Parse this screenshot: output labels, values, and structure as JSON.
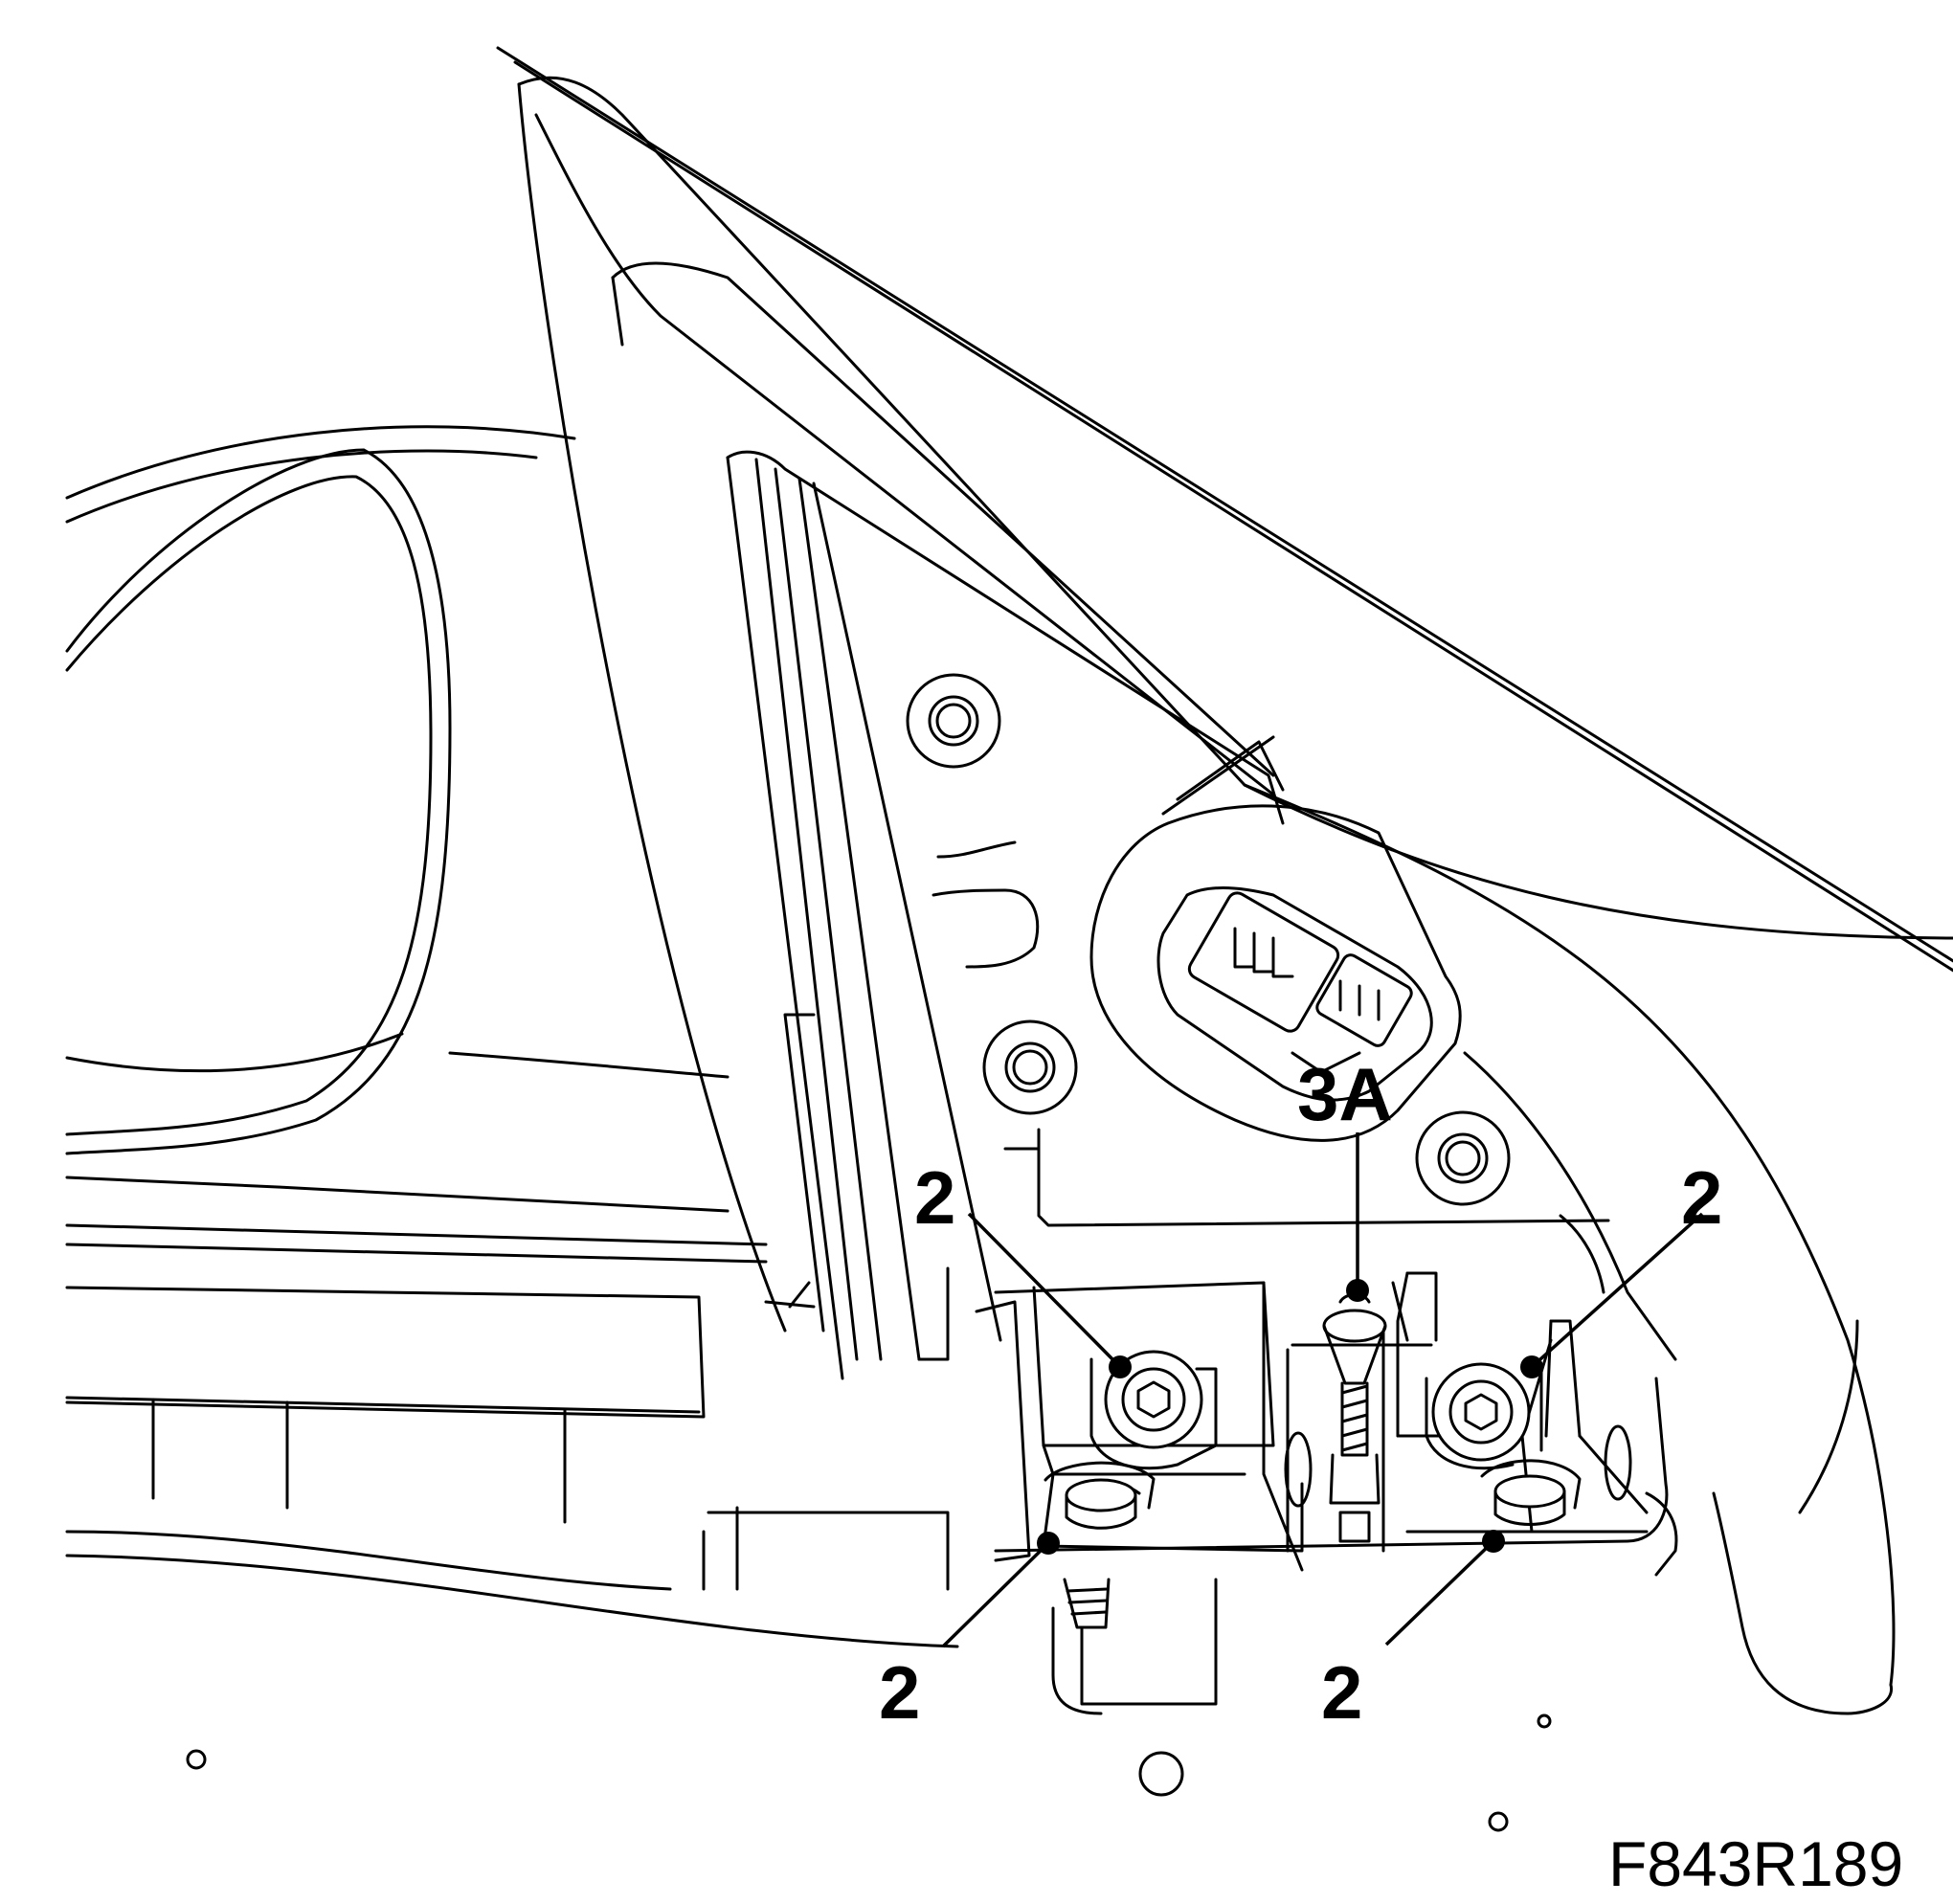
{
  "callouts": {
    "screw_upper_left": "2",
    "screw_upper_right": "2",
    "nut_lower_left": "2",
    "nut_lower_right": "2",
    "part_3a": "3A"
  },
  "figure_id": "F843R189"
}
